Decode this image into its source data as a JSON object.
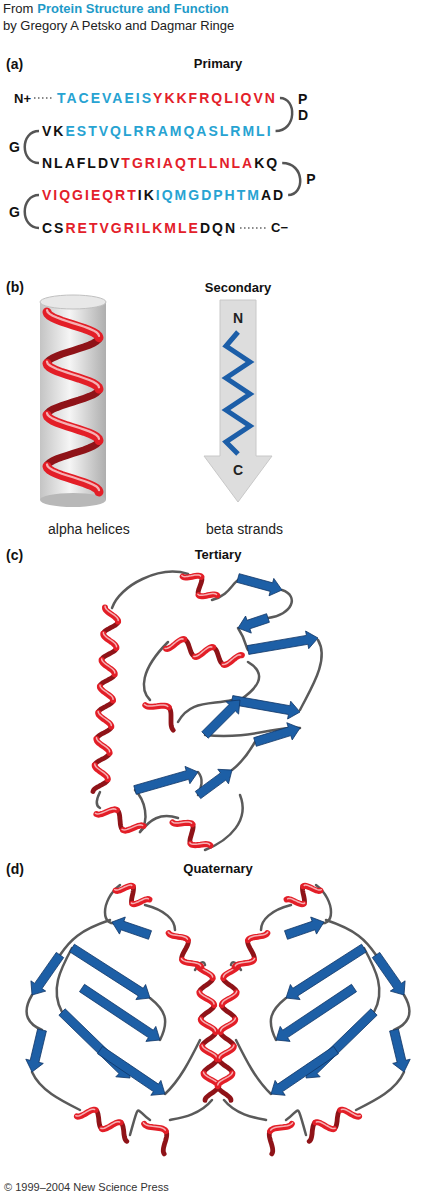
{
  "diagram": {
    "labels": [
      "From",
      "Protein Structure and Function",
      "by Gregory A Petsko and Dagmar Ringe",
      "(a)",
      "Primary",
      "N+",
      "TACEVAEIS",
      "YKKFRQLIQVN",
      "P",
      "D",
      "VK",
      "ESTVQLRRAMQASLRMLI",
      "G",
      "NLAFLDV",
      "TGRIAQTLLNLA",
      "KQ",
      "P",
      "VIQGIEQRT",
      "IK",
      "IQMGDPHTM",
      "AD",
      "G",
      "CS",
      "RETVGRILKMLE",
      "DQN",
      "C−",
      "(b)",
      "Secondary",
      "N",
      "C",
      "alpha helices",
      "beta strands",
      "(c)",
      "Tertiary",
      "(d)",
      "Quaternary",
      "© 1999–2004 New Science Press"
    ]
  }
}
